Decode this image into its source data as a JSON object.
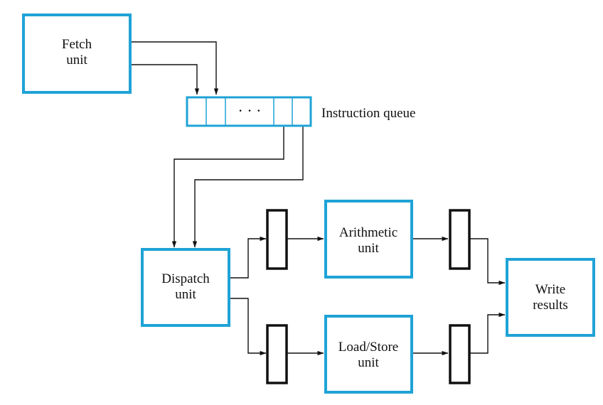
{
  "colors": {
    "unit_border": "#1fa3d6",
    "line": "#111111",
    "text": "#111111"
  },
  "units": {
    "fetch": [
      "Fetch",
      "unit"
    ],
    "dispatch": [
      "Dispatch",
      "unit"
    ],
    "arithmetic": [
      "Arithmetic",
      "unit"
    ],
    "loadstore": [
      "Load/Store",
      "unit"
    ],
    "write": [
      "Write",
      "results"
    ]
  },
  "queue": {
    "label": "Instruction queue",
    "ellipsis": "· · ·"
  }
}
